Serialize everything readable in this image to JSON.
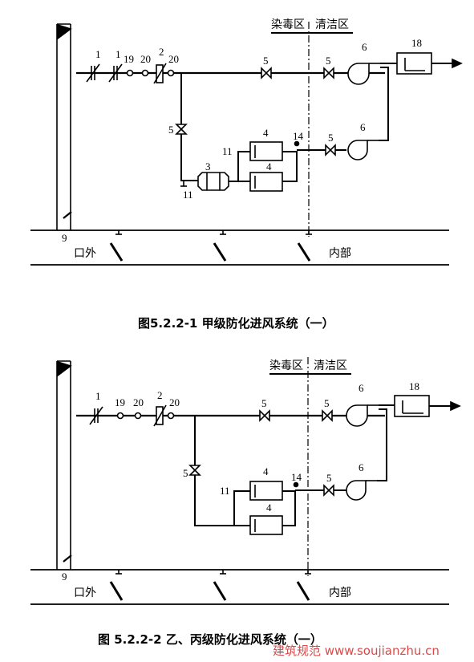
{
  "diagram1": {
    "caption": "图5.2.2-1  甲级防化进风系统（一）",
    "zone_dirty": "染毒区",
    "zone_clean": "清洁区",
    "outside": "口外",
    "inside": "内部",
    "labels": {
      "n1a": "1",
      "n1b": "1",
      "n19": "19",
      "n20a": "20",
      "n2": "2",
      "n20b": "20",
      "n5top": "5",
      "n5top2": "5",
      "n6top": "6",
      "n18": "18",
      "n5left": "5",
      "n4a": "4",
      "n4b": "4",
      "n11a": "11",
      "n3": "3",
      "n11b": "11",
      "n14": "14",
      "n5mid": "5",
      "n6mid": "6",
      "n9": "9"
    }
  },
  "diagram2": {
    "caption": "图 5.2.2-2  乙、丙级防化进风系统（一）",
    "zone_dirty": "染毒区",
    "zone_clean": "清洁区",
    "outside": "口外",
    "inside": "内部",
    "labels": {
      "n1": "1",
      "n19": "19",
      "n20a": "20",
      "n2": "2",
      "n20b": "20",
      "n5top": "5",
      "n5top2": "5",
      "n6top": "6",
      "n18": "18",
      "n5left": "5",
      "n4a": "4",
      "n4b": "4",
      "n11": "11",
      "n14": "14",
      "n5mid": "5",
      "n6mid": "6",
      "n9": "9"
    }
  },
  "watermark": "建筑规范 www.soujianzhu.cn"
}
